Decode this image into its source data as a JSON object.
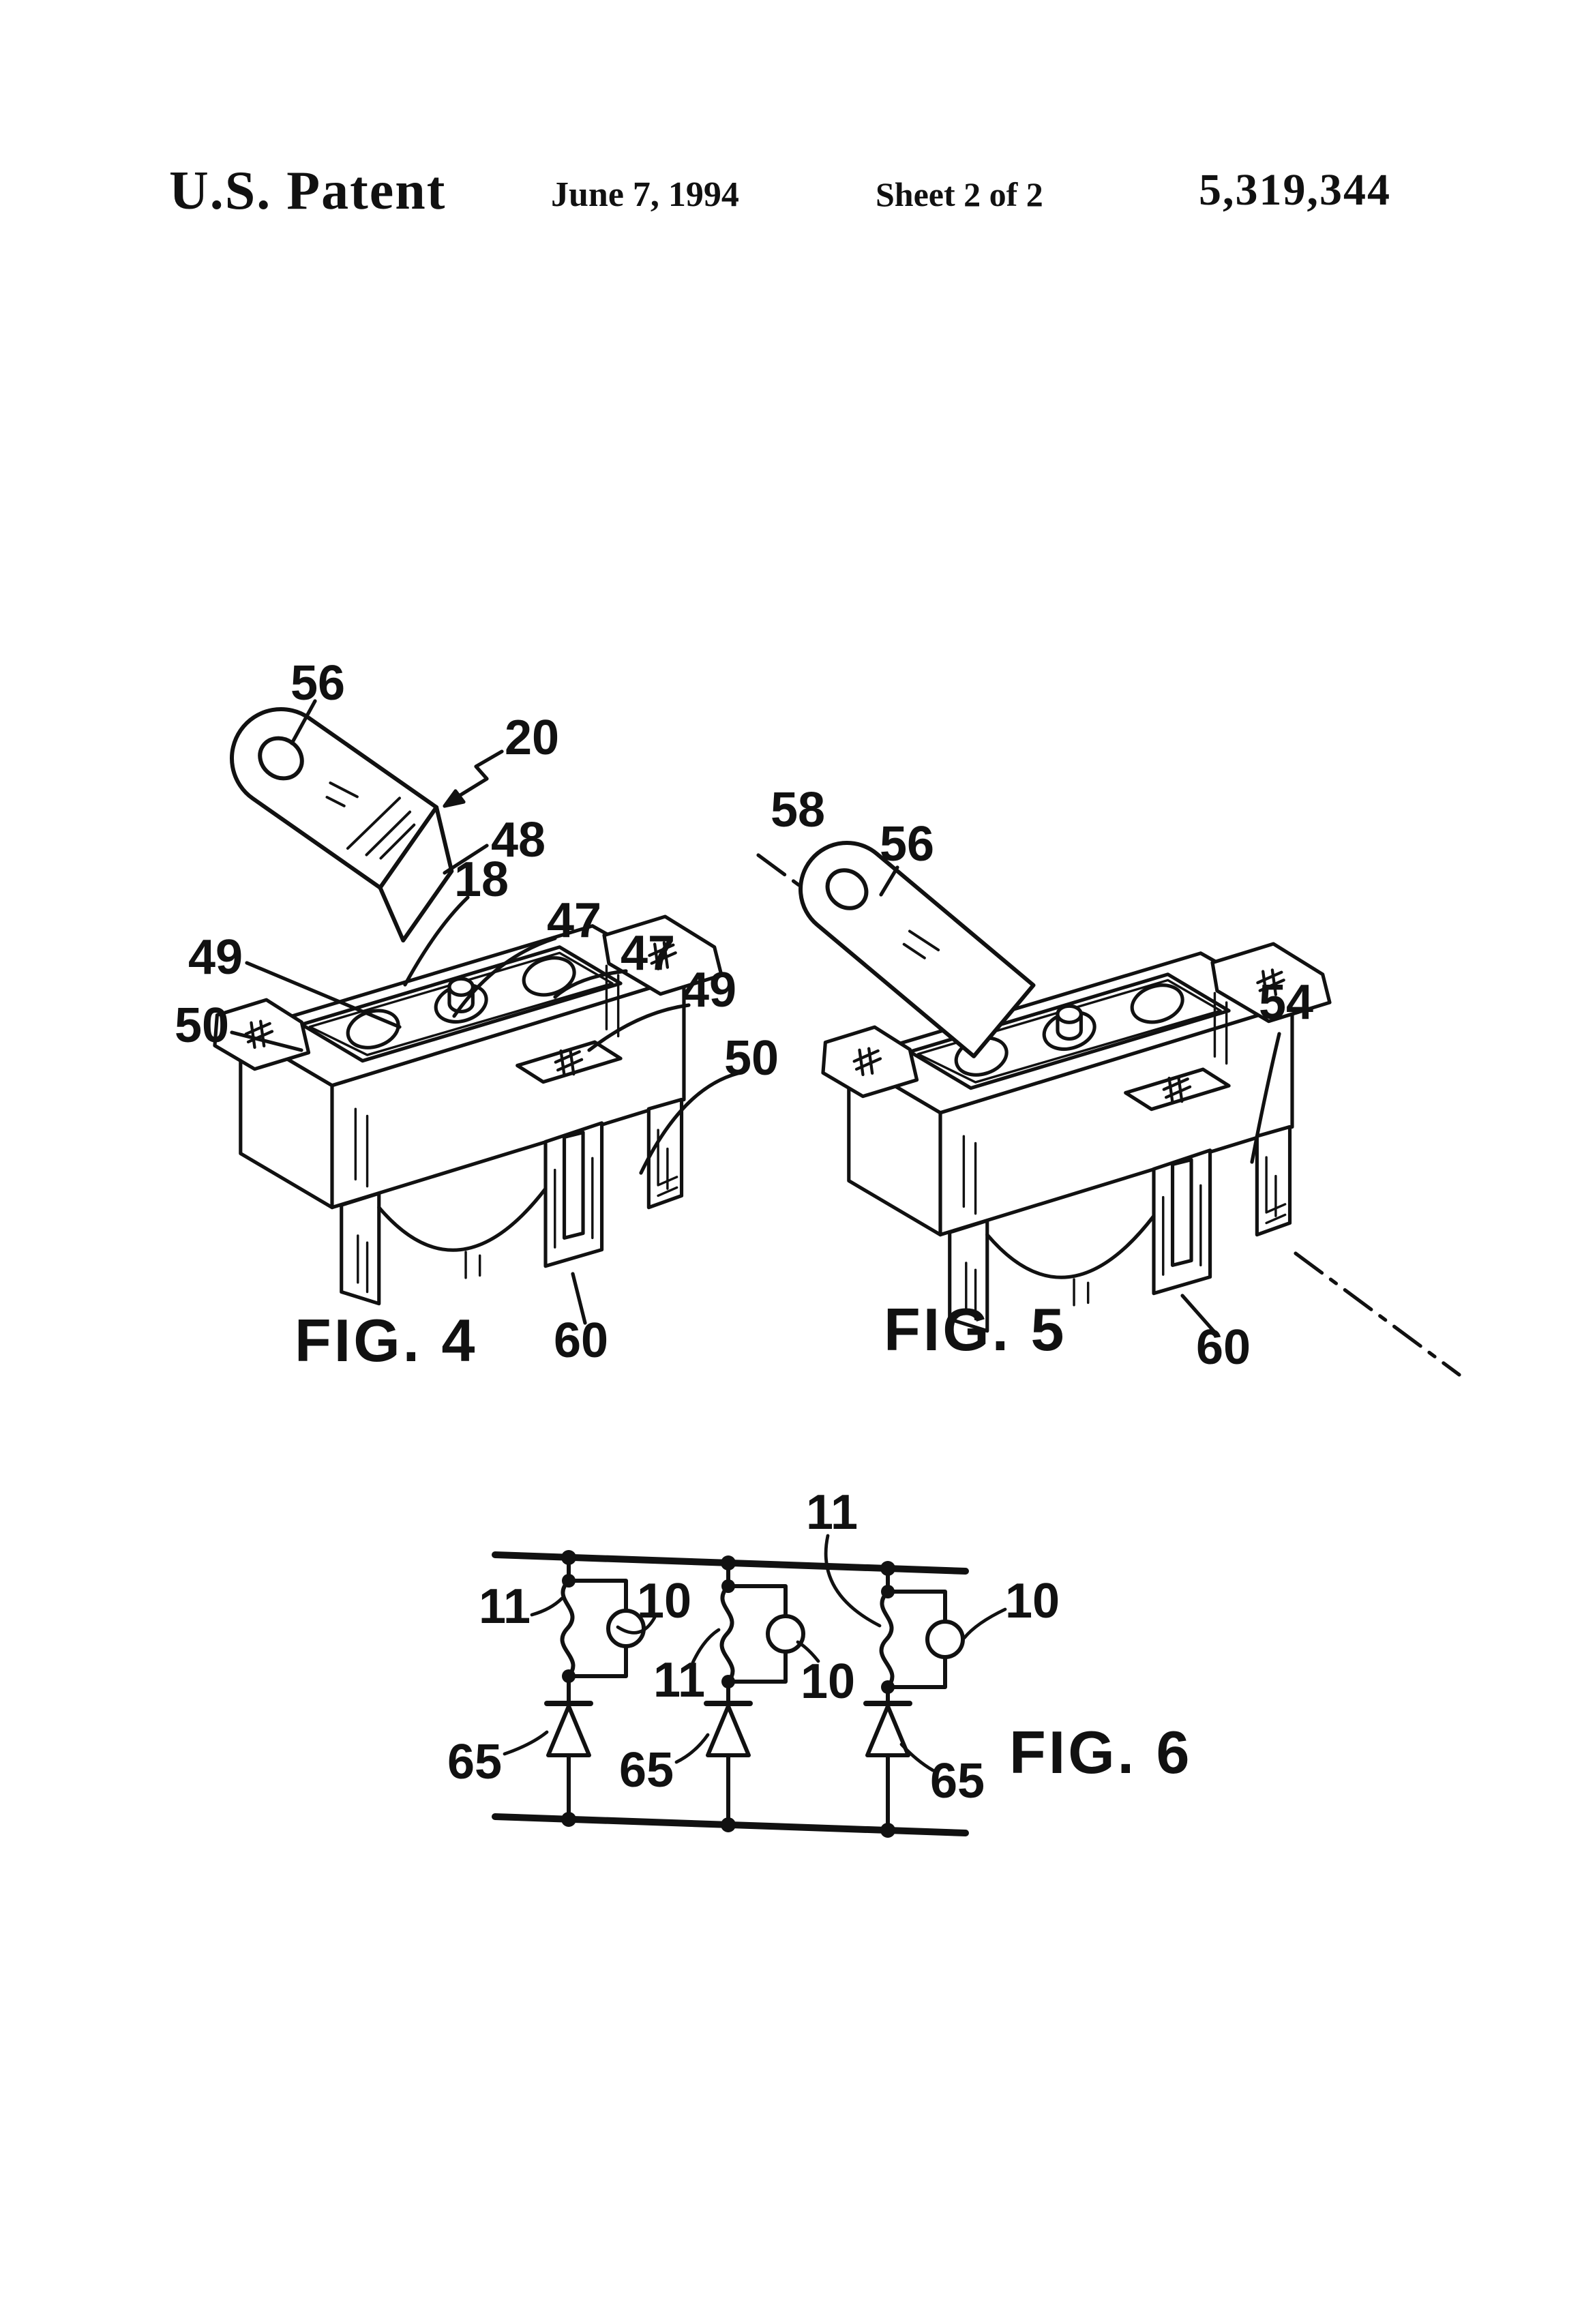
{
  "page": {
    "background": "#ffffff",
    "ink": "#111111"
  },
  "header": {
    "title": "U.S. Patent",
    "date": "June 7, 1994",
    "sheet": "Sheet 2 of 2",
    "patent_number": "5,319,344"
  },
  "fig4": {
    "caption": "FIG. 4",
    "refs": {
      "r56": "56",
      "r20": "20",
      "r48": "48",
      "r18": "18",
      "r47a": "47",
      "r47b": "47",
      "r49a": "49",
      "r49b": "49",
      "r50a": "50",
      "r50b": "50",
      "r60": "60"
    }
  },
  "fig5": {
    "caption": "FIG. 5",
    "refs": {
      "r58": "58",
      "r56": "56",
      "r54": "54",
      "r60": "60"
    }
  },
  "fig6": {
    "caption": "FIG. 6",
    "refs": {
      "r11a": "11",
      "r11b": "11",
      "r11c": "11",
      "r10a": "10",
      "r10b": "10",
      "r10c": "10",
      "r65a": "65",
      "r65b": "65",
      "r65c": "65"
    }
  }
}
